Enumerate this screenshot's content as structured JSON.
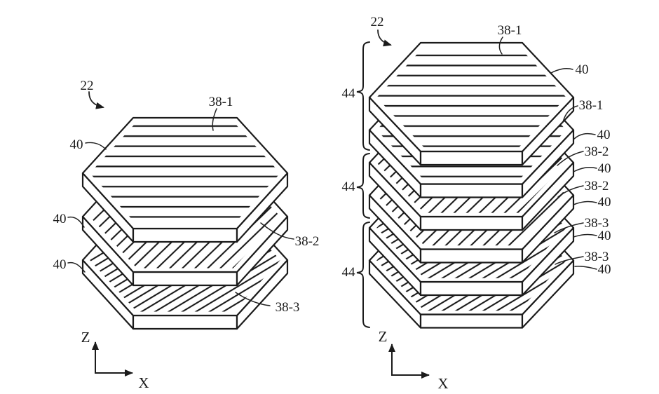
{
  "diagram": {
    "type": "patent-figure",
    "description": "Two axonometric views of stacked hexagonal composite plies",
    "background": "#ffffff",
    "line_color": "#1b1b1b",
    "refs": {
      "assembly": "22",
      "ply1": "38-1",
      "ply2": "38-2",
      "ply3": "38-3",
      "layer": "40",
      "group": "44",
      "axis_z": "Z",
      "axis_x": "X"
    },
    "left_stack_layers": [
      "38-1",
      "38-2",
      "38-3"
    ],
    "right_stack_layers": [
      "38-1",
      "38-1",
      "38-2",
      "38-2",
      "38-3",
      "38-3"
    ],
    "right_stack_groups": [
      "44",
      "44",
      "44"
    ]
  }
}
